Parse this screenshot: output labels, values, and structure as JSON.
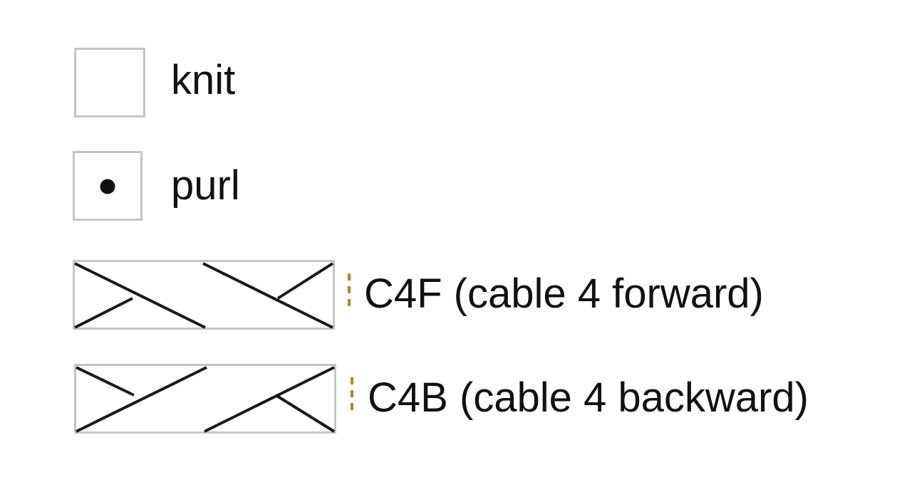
{
  "legend": {
    "items": [
      {
        "symbol": "knit-square-icon",
        "label": "knit"
      },
      {
        "symbol": "purl-dot-icon",
        "label": "purl"
      },
      {
        "symbol": "c4f-cable-icon",
        "label": "C4F (cable 4 forward)"
      },
      {
        "symbol": "c4b-cable-icon",
        "label": "C4B (cable 4 backward)"
      }
    ]
  },
  "colors": {
    "cell_border": "#c4c4c4",
    "stroke": "#1a1a1a",
    "separator": "#c8791e"
  }
}
